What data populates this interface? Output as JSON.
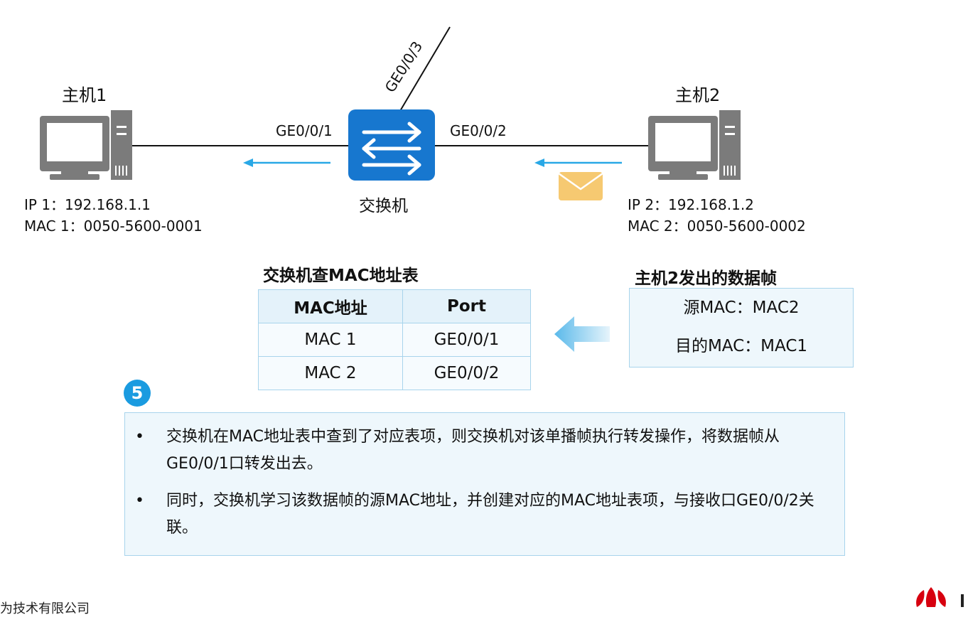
{
  "diagram": {
    "host1": {
      "title": "主机1",
      "ip": "IP 1：192.168.1.1",
      "mac": "MAC 1：0050-5600-0001"
    },
    "host2": {
      "title": "主机2",
      "ip": "IP 2：192.168.1.2",
      "mac": "MAC 2：0050-5600-0002"
    },
    "switch": {
      "label": "交换机",
      "port1": "GE0/0/1",
      "port2": "GE0/0/2",
      "port3": "GE0/0/3"
    },
    "mac_table": {
      "title": "交换机查MAC地址表",
      "headers": [
        "MAC地址",
        "Port"
      ],
      "rows": [
        [
          "MAC 1",
          "GE0/0/1"
        ],
        [
          "MAC 2",
          "GE0/0/2"
        ]
      ]
    },
    "frame": {
      "title": "主机2发出的数据帧",
      "src": "源MAC：MAC2",
      "dst": "目的MAC：MAC1"
    },
    "step_number": "5",
    "notes": [
      {
        "bullet": "•",
        "text": "交换机在MAC地址表中查到了对应表项，则交换机对该单播帧执行转发操作，将数据帧从GE0/0/1口转发出去。"
      },
      {
        "bullet": "•",
        "text": "同时，交换机学习该数据帧的源MAC地址，并创建对应的MAC地址表项，与接收口GE0/0/2关联。"
      }
    ],
    "footer": "为技术有限公司",
    "colors": {
      "switch": "#1777cf",
      "arrow": "#29a8e6",
      "box_border": "#a8d4ec",
      "step": "#1a9be0",
      "envelope": "#f6c971",
      "pc": "#7b7b7b"
    },
    "icons": [
      "pc-icon",
      "switch-icon",
      "envelope-icon",
      "left-arrow-icon",
      "huawei-logo-icon"
    ]
  }
}
